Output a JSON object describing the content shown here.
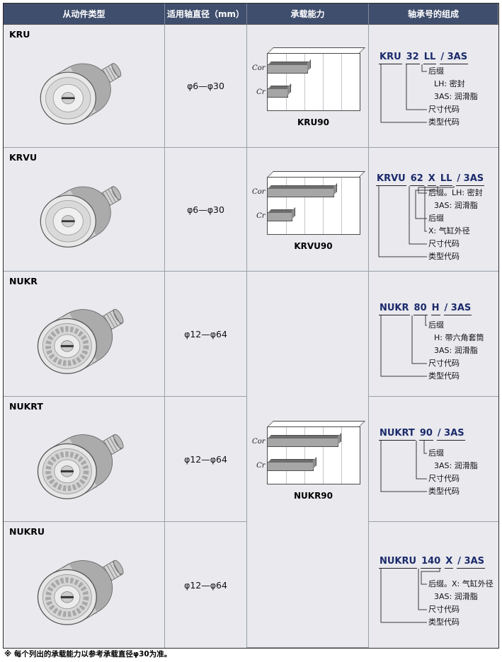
{
  "header": {
    "columns": [
      "从动件类型",
      "适用轴直径（mm）",
      "承载能力",
      "轴承号的组成"
    ]
  },
  "footnote": "※ 每个列出的承载能力以参考承载直径φ30为准。",
  "colors": {
    "header_bg": "#404e6d",
    "body_bg": "#e9e9ee",
    "part_number_text": "#1b2a6b",
    "bar_fill": "#a6a6a6"
  },
  "chart_data": [
    {
      "type": "bar",
      "orientation": "horizontal",
      "title": "KRU90",
      "categories": [
        "Cor",
        "Cr"
      ],
      "values": [
        44,
        23
      ],
      "cor_label": "Cor",
      "cr_label": "Cr",
      "cor": 44,
      "cr": 23,
      "xlim": [
        0,
        100
      ],
      "grid": true
    },
    {
      "type": "bar",
      "orientation": "horizontal",
      "title": "KRVU90",
      "categories": [
        "Cor",
        "Cr"
      ],
      "values": [
        73,
        27
      ],
      "cor_label": "Cor",
      "cr_label": "Cr",
      "cor": 73,
      "cr": 27,
      "xlim": [
        0,
        100
      ],
      "grid": true
    },
    {
      "type": "bar",
      "orientation": "horizontal",
      "title": "NUKR90",
      "categories": [
        "Cor",
        "Cr"
      ],
      "values": [
        77,
        50
      ],
      "cor_label": "Cor",
      "cr_label": "Cr",
      "cor": 77,
      "cr": 50,
      "xlim": [
        0,
        100
      ],
      "grid": true
    }
  ],
  "rows": [
    {
      "type": "KRU",
      "diameter": "φ6—φ30",
      "pn": [
        "KRU",
        "32",
        "LL",
        "/ 3AS"
      ],
      "labels": [
        "后缀",
        "LH: 密封",
        "3AS: 润滑脂",
        "尺寸代码",
        "类型代码"
      ]
    },
    {
      "type": "KRVU",
      "diameter": "φ6—φ30",
      "pn": [
        "KRVU",
        "62",
        "X",
        "LL",
        "/ 3AS"
      ],
      "labels": [
        "后缀。LH: 密封",
        "3AS: 润滑脂",
        "后缀",
        "X: 气缸外径",
        "尺寸代码",
        "类型代码"
      ]
    },
    {
      "type": "NUKR",
      "diameter": "φ12—φ64",
      "pn": [
        "NUKR",
        "80",
        "H",
        "/ 3AS"
      ],
      "labels": [
        "后缀",
        "H: 带六角套筒",
        "3AS: 润滑脂",
        "尺寸代码",
        "类型代码"
      ]
    },
    {
      "type": "NUKRT",
      "diameter": "φ12—φ64",
      "pn": [
        "NUKRT",
        "90",
        "/ 3AS"
      ],
      "labels": [
        "后缀",
        "3AS: 润滑脂",
        "尺寸代码",
        "类型代码"
      ]
    },
    {
      "type": "NUKRU",
      "diameter": "φ12—φ64",
      "pn": [
        "NUKRU",
        "140",
        "X",
        "/ 3AS"
      ],
      "labels": [
        "后缀。X: 气缸外径",
        "3AS: 润滑脂",
        "尺寸代码",
        "类型代码"
      ]
    }
  ]
}
